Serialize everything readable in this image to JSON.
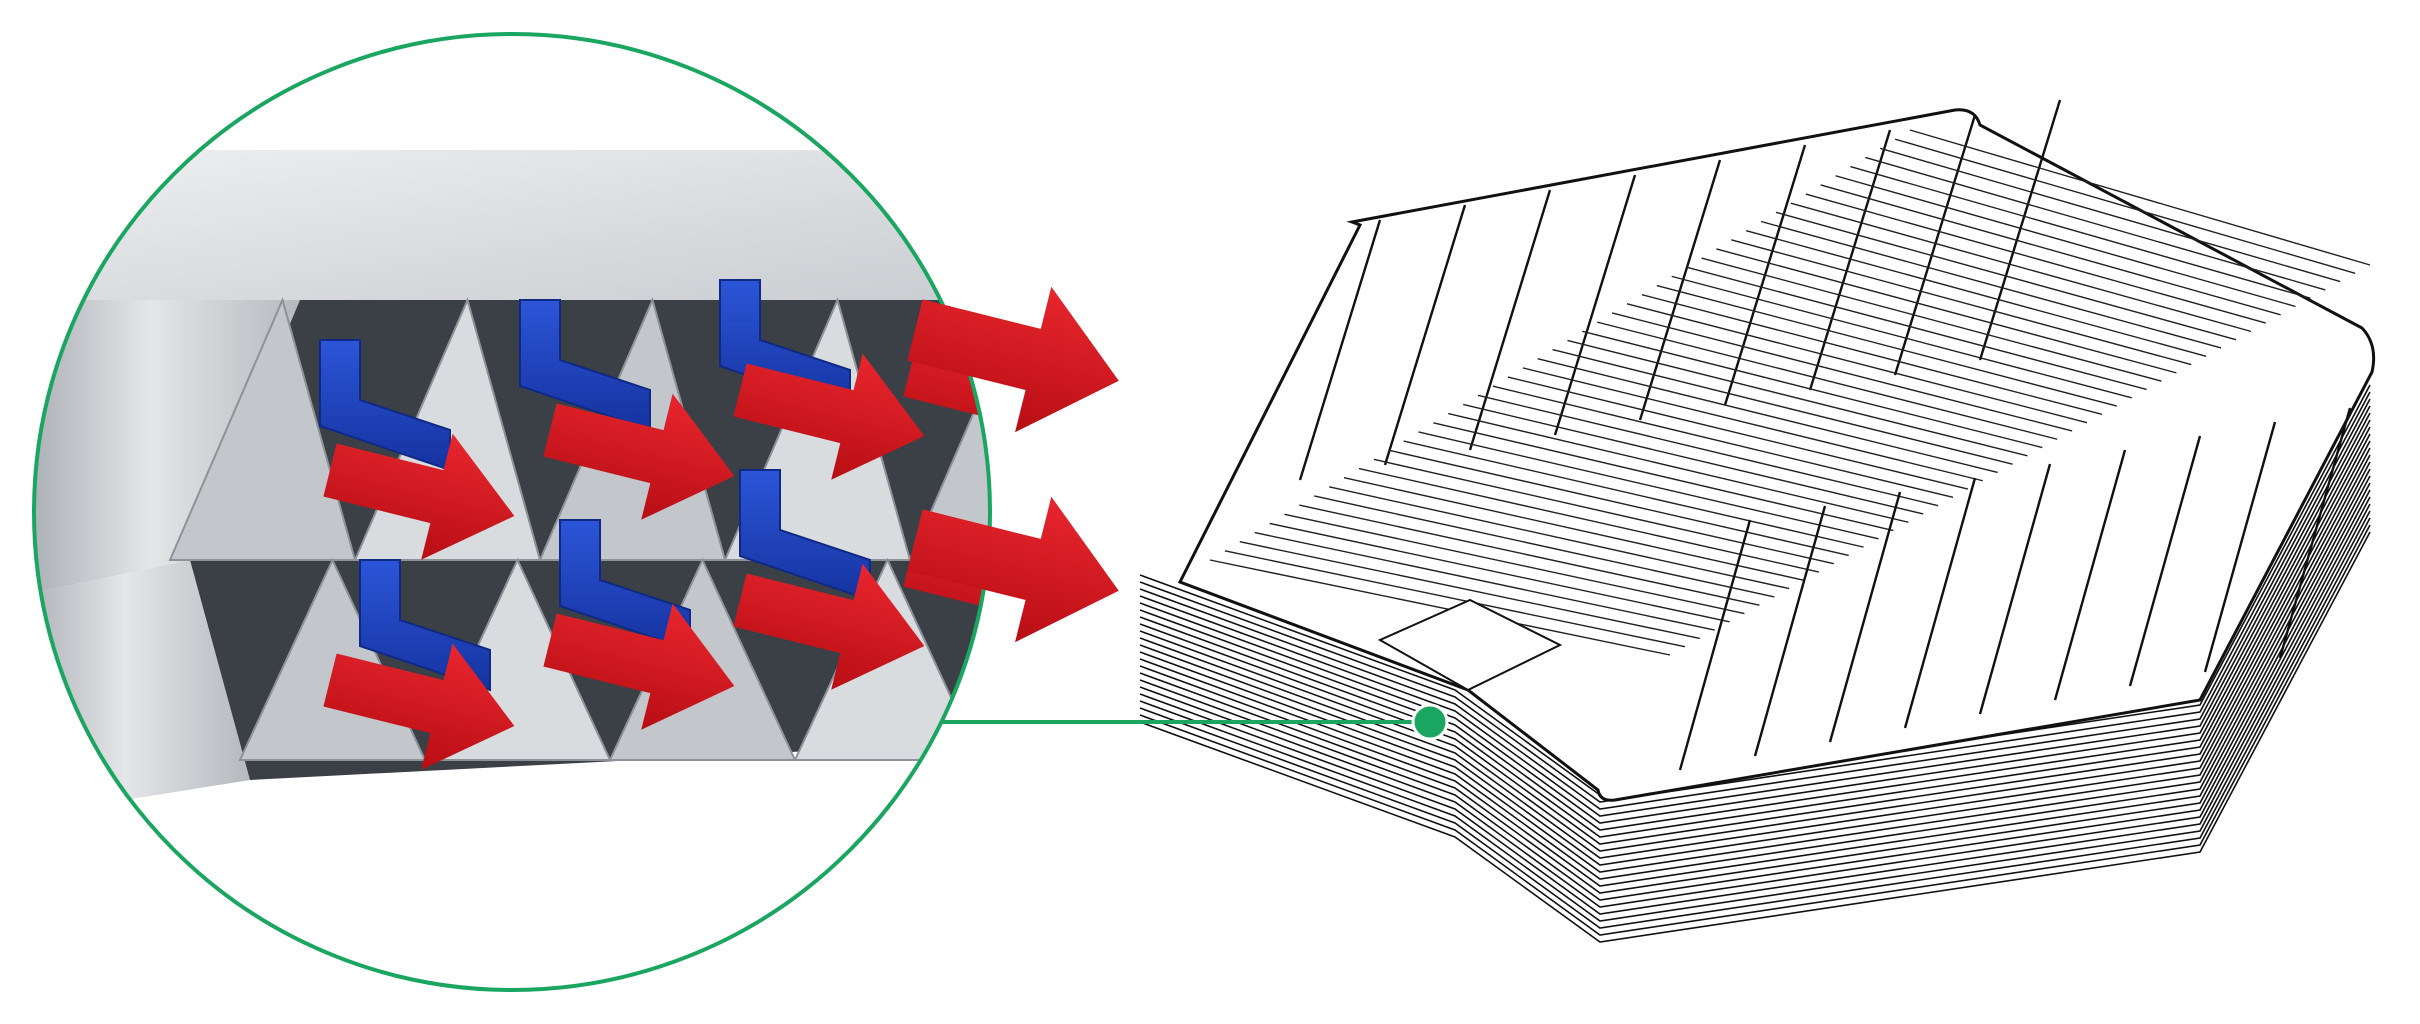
{
  "diagram": {
    "colors": {
      "accent_green": "#1aa661",
      "cold_flow_blue": "#1e40c0",
      "hot_flow_red": "#d3141d",
      "plate_gray": "#cfd2d6",
      "line_black": "#111111",
      "background": "#ffffff"
    },
    "icons": [
      "hot-flow-arrow",
      "cold-flow-arrow",
      "callout-dot"
    ]
  }
}
